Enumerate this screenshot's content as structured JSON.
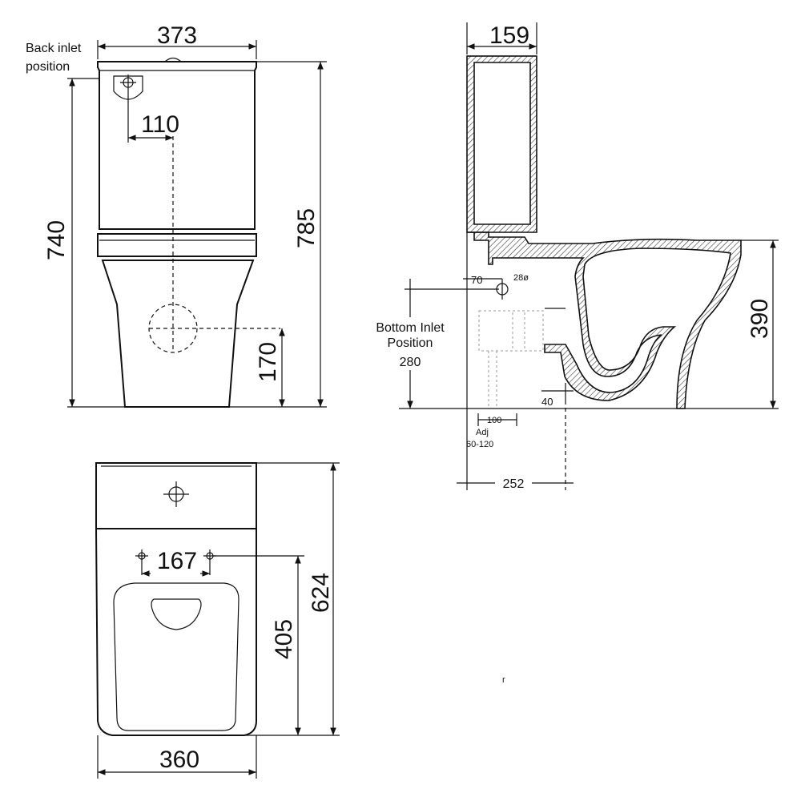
{
  "front_view": {
    "back_inlet_label_line1": "Back inlet",
    "back_inlet_label_line2": "position",
    "width": "373",
    "inlet_offset": "110",
    "height_body": "740",
    "height_total": "785",
    "outlet_height": "170"
  },
  "side_view": {
    "tank_depth": "159",
    "inlet_dim": "70",
    "inlet_dia": "28ø",
    "bottom_inlet_line1": "Bottom Inlet",
    "bottom_inlet_line2": "Position",
    "bottom_inlet_value": "280",
    "bowl_height": "390",
    "outlet_offset": "40",
    "adj_value": "100",
    "adj_label": "Adj",
    "adj_range": "60-120",
    "set_out": "252"
  },
  "plan_view": {
    "fixing_spacing": "167",
    "depth_total": "624",
    "depth_fixing": "405",
    "width": "360",
    "stray_mark": "r"
  }
}
